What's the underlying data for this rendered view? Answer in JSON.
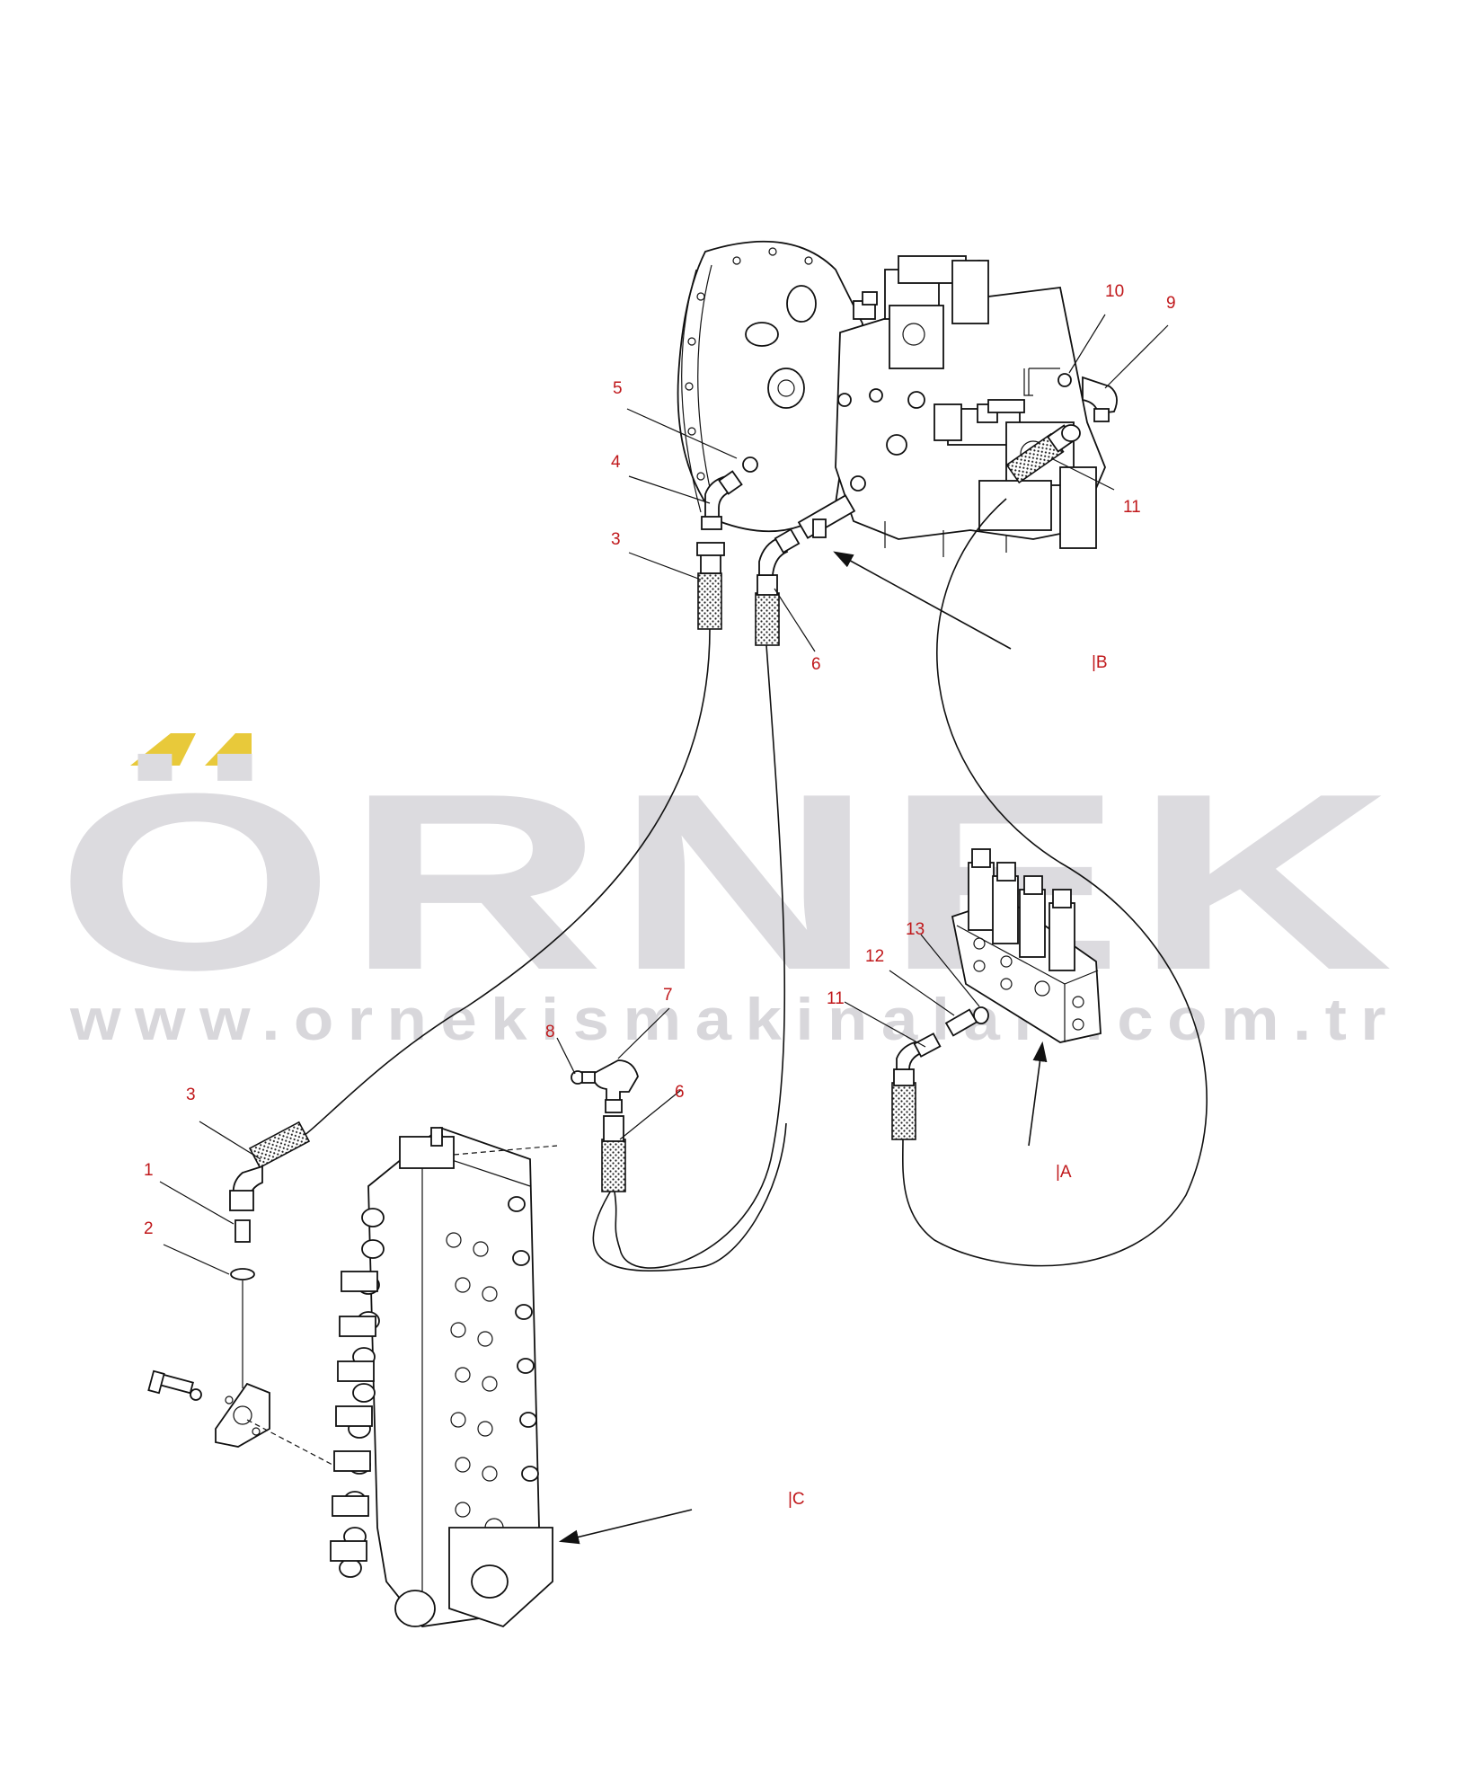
{
  "watermark": {
    "brand": "ÖRNEK",
    "url": "www.ornekismakinalari.com.tr",
    "accent_color": "#e8c93a",
    "text_color": "#dcdbdf"
  },
  "callouts": {
    "c1": "1",
    "c2": "2",
    "c3a": "3",
    "c3b": "3",
    "c4": "4",
    "c5": "5",
    "c6a": "6",
    "c6b": "6",
    "c7": "7",
    "c8": "8",
    "c9": "9",
    "c10": "10",
    "c11a": "11",
    "c11b": "11",
    "c12": "12",
    "c13": "13"
  },
  "views": {
    "a": "|A",
    "b": "|B",
    "c": "|C"
  },
  "colors": {
    "callout": "#c0181b",
    "line": "#111111"
  }
}
